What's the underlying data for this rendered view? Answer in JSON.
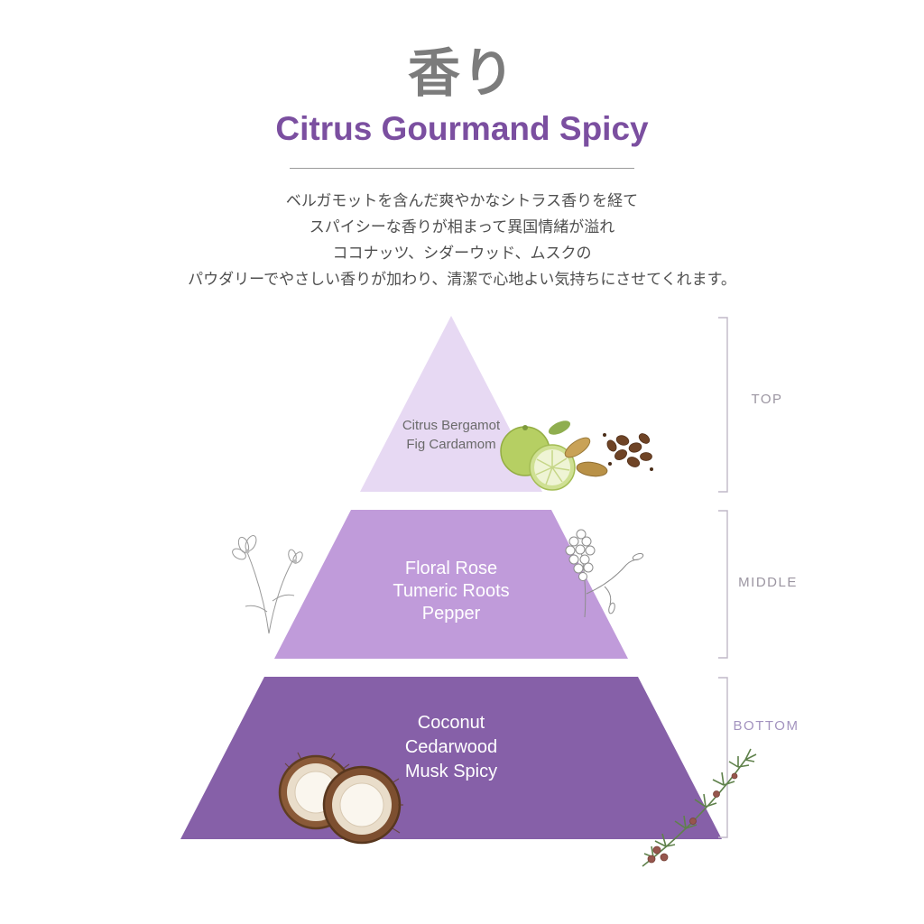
{
  "page": {
    "title": "香り",
    "subtitle": "Citrus Gourmand Spicy",
    "description_lines": [
      "ベルガモットを含んだ爽やかなシトラス香りを経て",
      "スパイシーな香りが相まって異国情緒が溢れ",
      "ココナッツ、シダーウッド、ムスクの",
      "パウダリーでやさしい香りが加わり、清潔で心地よい気持ちにさせてくれます。"
    ]
  },
  "pyramid": {
    "layers": [
      {
        "id": "top",
        "bracket_label": "TOP",
        "notes": [
          "Citrus Bergamot",
          "Fig Cardamom"
        ]
      },
      {
        "id": "middle",
        "bracket_label": "MIDDLE",
        "notes": [
          "Floral Rose",
          "Tumeric Roots",
          "Pepper"
        ]
      },
      {
        "id": "bottom",
        "bracket_label": "BOTTOM",
        "notes": [
          "Coconut",
          "Cedarwood",
          "Musk Spicy"
        ]
      }
    ]
  },
  "colors": {
    "title_text": "#7c7c7c",
    "subtitle_text": "#7b4fa0",
    "description_text": "#4f4f4f",
    "top_layer": "#e7d9f3",
    "middle_layer": "#c09bda",
    "bottom_layer": "#8660a8",
    "top_note_text": "#6a6a6a",
    "note_text": "#ffffff",
    "bracket_line": "#c0b9c8",
    "bracket_label_top": "#9b95a1",
    "bracket_label_middle": "#9b95a1",
    "bracket_label_bottom": "#a393bf"
  },
  "illustrations": [
    "bergamot-lime-illustration",
    "cardamom-pods-illustration",
    "flower-sketch-illustration",
    "floral-sprig-illustration",
    "coconut-halves-illustration",
    "cedar-branch-illustration"
  ]
}
